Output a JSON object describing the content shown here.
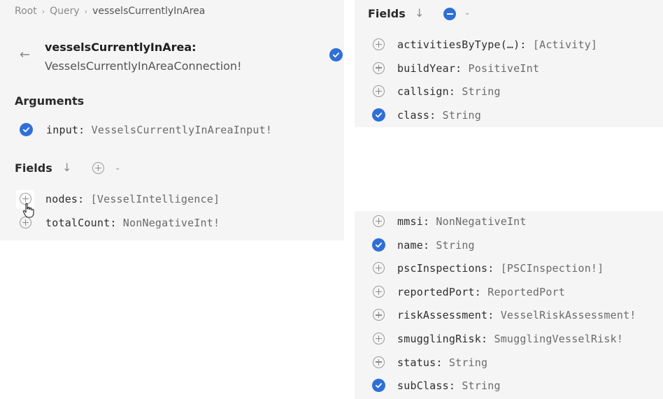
{
  "breadcrumb": [
    "Root",
    "Query",
    "vesselsCurrentlyInArea"
  ],
  "left": {
    "title_name": "vesselsCurrentlyInArea:",
    "title_type": "VesselsCurrentlyInAreaConnection!",
    "arguments_heading": "Arguments",
    "argument": {
      "name": "input",
      "type": "VesselsCurrentlyInAreaInput!",
      "selected": true
    },
    "fields_heading": "Fields",
    "fields": [
      {
        "name": "nodes",
        "type": "[VesselIntelligence]",
        "selected": false
      },
      {
        "name": "totalCount",
        "type": "NonNegativeInt!",
        "selected": false
      }
    ]
  },
  "right": {
    "fields_heading": "Fields",
    "fields_top": [
      {
        "name": "activitiesByType(…)",
        "type": "[Activity]",
        "selected": false
      },
      {
        "name": "buildYear",
        "type": "PositiveInt",
        "selected": false
      },
      {
        "name": "callsign",
        "type": "String",
        "selected": false
      },
      {
        "name": "class",
        "type": "String",
        "selected": true
      }
    ],
    "fields_bottom": [
      {
        "name": "mmsi",
        "type": "NonNegativeInt",
        "selected": false
      },
      {
        "name": "name",
        "type": "String",
        "selected": true
      },
      {
        "name": "pscInspections",
        "type": "[PSCInspection!]",
        "selected": false
      },
      {
        "name": "reportedPort",
        "type": "ReportedPort",
        "selected": false
      },
      {
        "name": "riskAssessment",
        "type": "VesselRiskAssessment!",
        "selected": false
      },
      {
        "name": "smugglingRisk",
        "type": "SmugglingVesselRisk!",
        "selected": false
      },
      {
        "name": "status",
        "type": "String",
        "selected": false
      },
      {
        "name": "subClass",
        "type": "String",
        "selected": true
      }
    ]
  },
  "icons": {
    "arrow": "back-arrow-icon",
    "sort": "sort-down-icon",
    "add": "plus-circle-icon",
    "checked": "check-circle-icon",
    "partial": "minus-circle-icon",
    "dropdown": "chevron-down-icon"
  },
  "colors": {
    "accent": "#2f6fd6",
    "panel": "#f5f5f5",
    "type_text": "#6b6b6b"
  }
}
